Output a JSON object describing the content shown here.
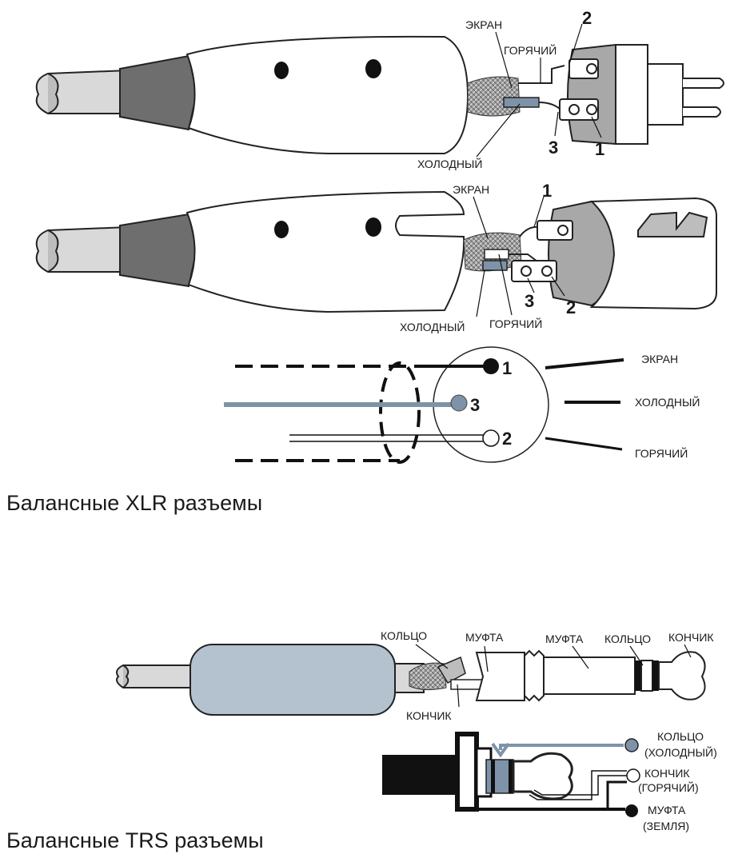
{
  "xlr": {
    "heading": "Балансные XLR разъемы",
    "male": {
      "screen": "ЭКРАН",
      "hot": "ГОРЯЧИЙ",
      "cold": "ХОЛОДНЫЙ",
      "pin_top": "2",
      "pin_mid": "3",
      "pin_right": "1"
    },
    "female": {
      "screen": "ЭКРАН",
      "cold": "ХОЛОДНЫЙ",
      "hot": "ГОРЯЧИЙ",
      "pin_top": "1",
      "pin_mid": "3",
      "pin_right": "2"
    },
    "schematic": {
      "pin1": "1",
      "pin3": "3",
      "pin2": "2",
      "screen": "ЭКРАН",
      "cold": "ХОЛОДНЫЙ",
      "hot": "ГОРЯЧИЙ"
    }
  },
  "trs": {
    "heading": "Балансные TRS разъемы",
    "plug": {
      "ring_left": "КОЛЬЦО",
      "sleeve_left": "МУФТА",
      "tip_left": "КОНЧИК",
      "sleeve_right": "МУФТА",
      "ring_right": "КОЛЬЦО",
      "tip_right": "КОНЧИК"
    },
    "schematic": {
      "ring": "КОЛЬЦО",
      "ring_sub": "(ХОЛОДНЫЙ)",
      "tip": "КОНЧИК",
      "tip_sub": "(ГОРЯЧИЙ)",
      "sleeve": "МУФТА",
      "sleeve_sub": "(ЗЕМЛЯ)"
    }
  },
  "colors": {
    "cable_light": "#d9d9d9",
    "cable_dark": "#6e6e6e",
    "shell": "#ffffff",
    "insert": "#a8a8a8",
    "cold_wire": "#7e93a8",
    "trs_body": "#b4c1cf"
  }
}
